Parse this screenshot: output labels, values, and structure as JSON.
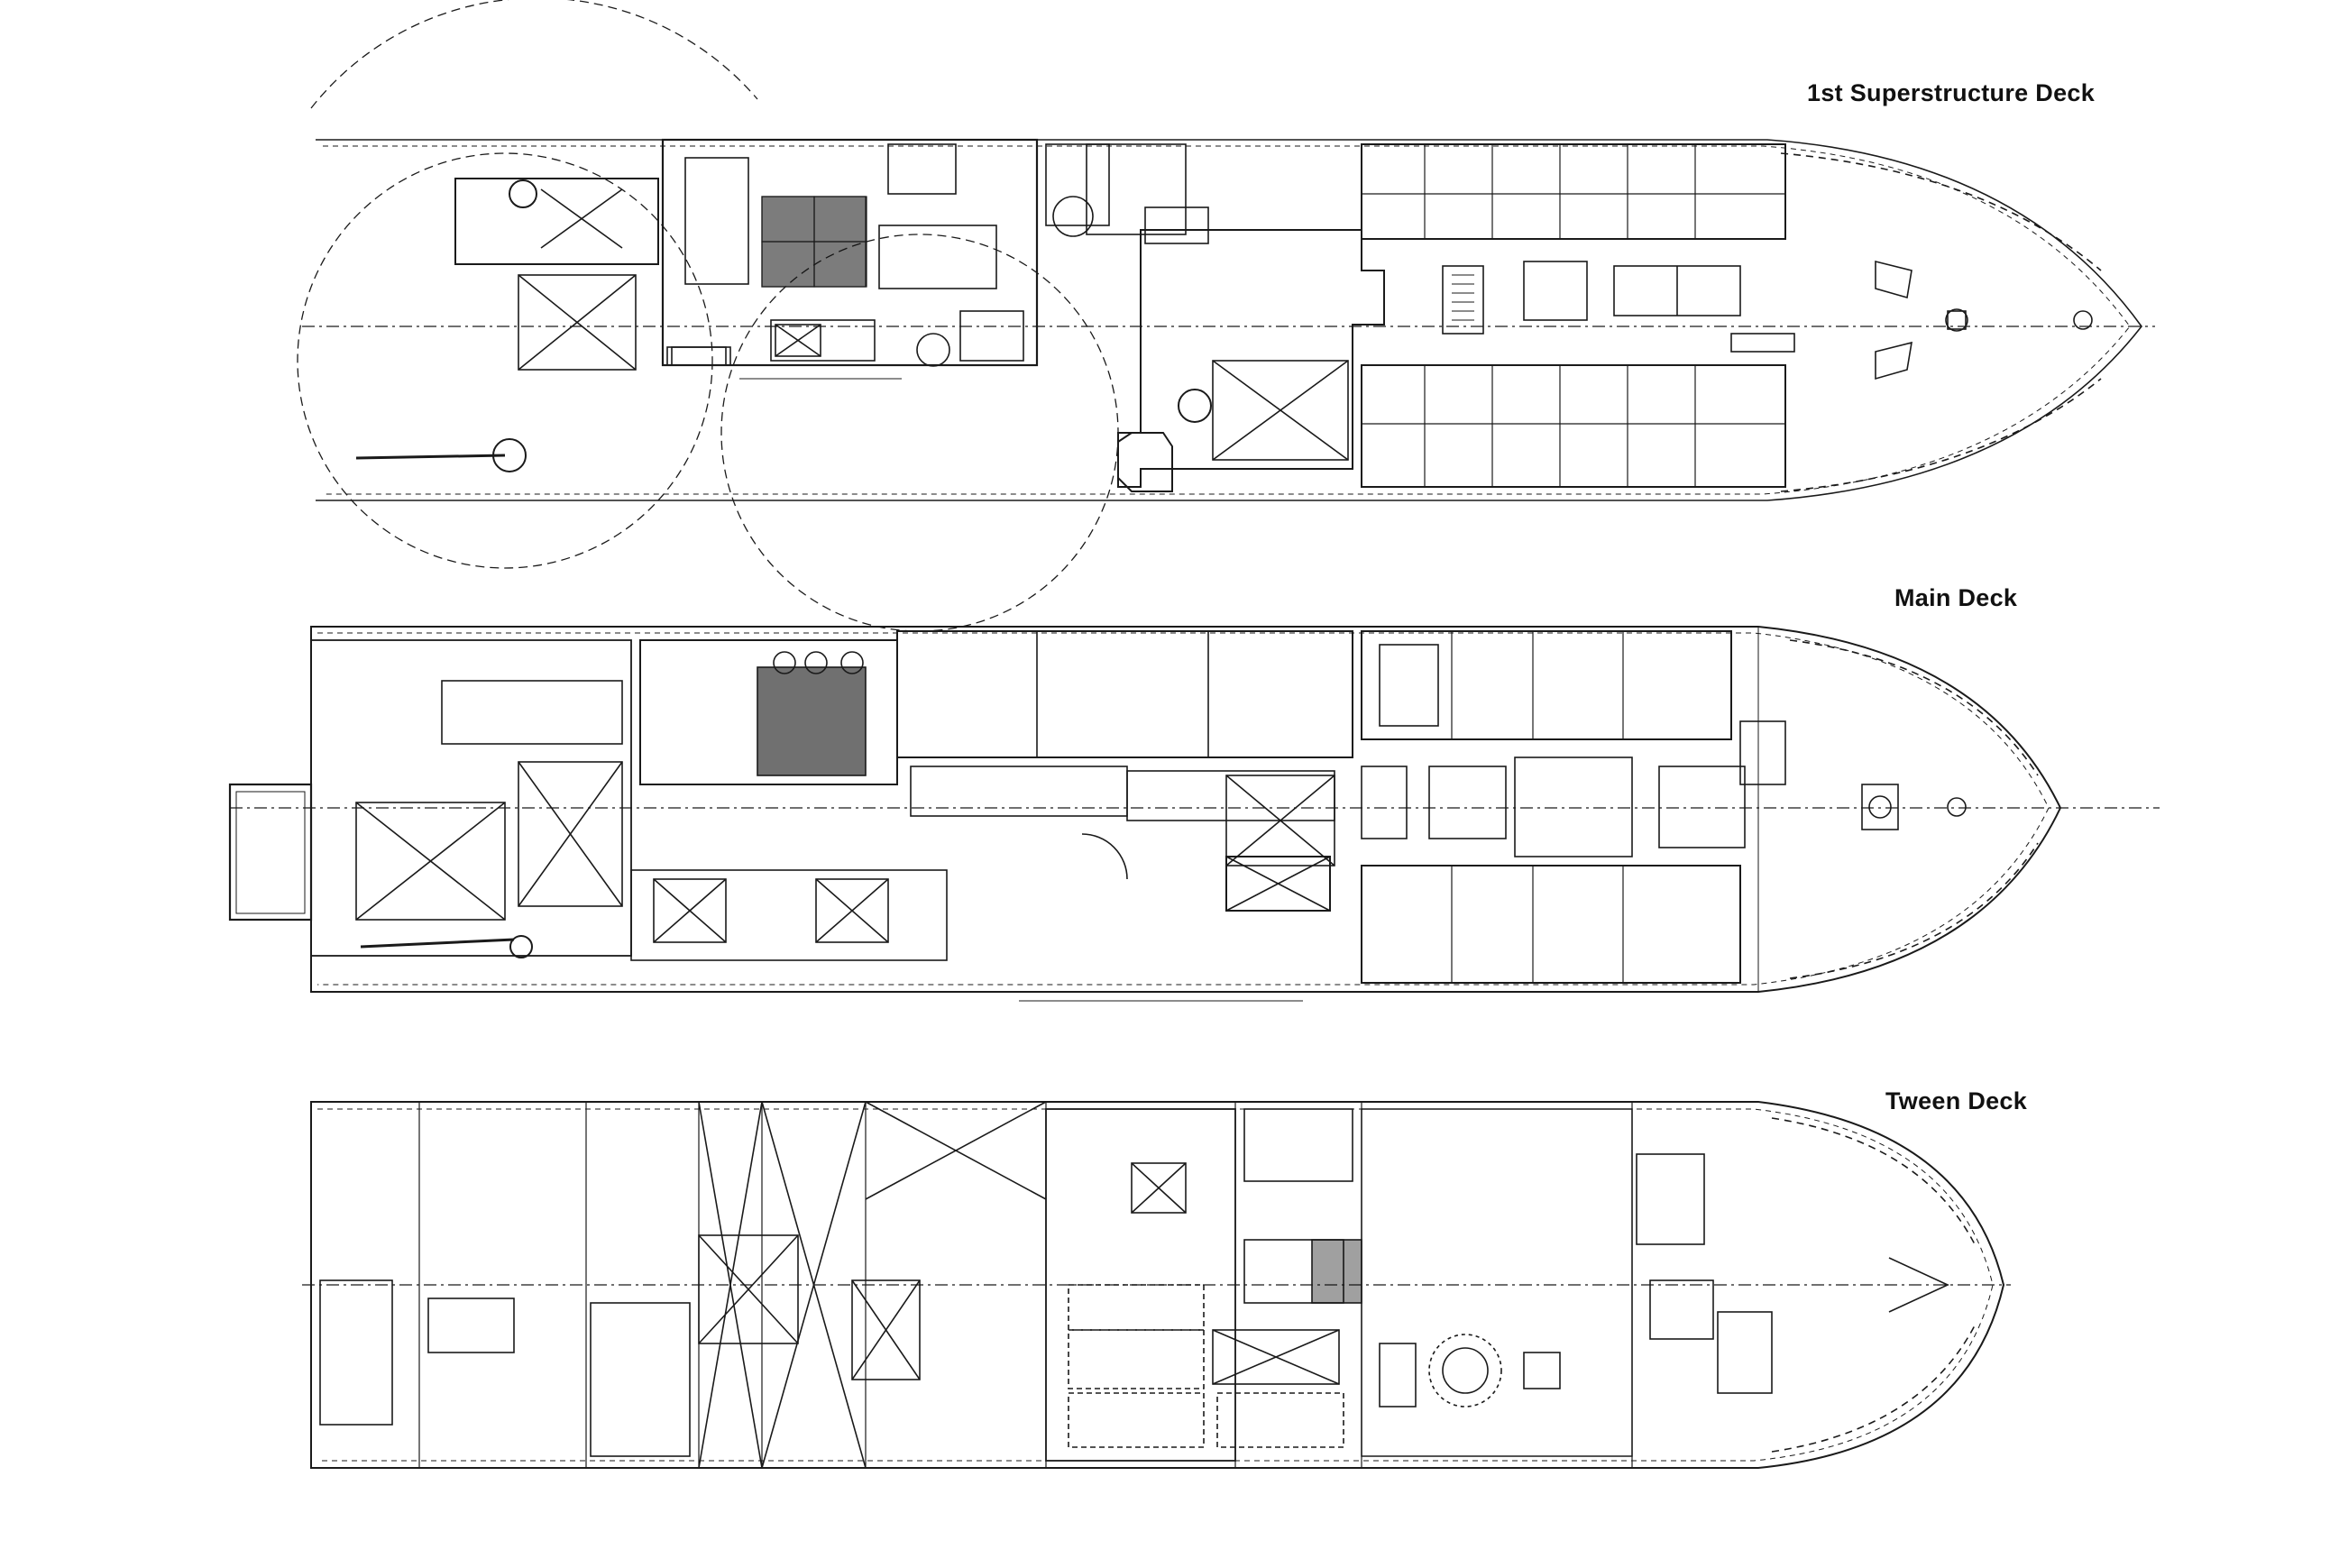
{
  "decks": [
    {
      "id": "superstructure",
      "title": "1st Superstructure Deck"
    },
    {
      "id": "main",
      "title": "Main Deck"
    },
    {
      "id": "tween",
      "title": "Tween Deck"
    }
  ],
  "style": {
    "line_color": "#1a1a1a",
    "background": "#ffffff"
  }
}
